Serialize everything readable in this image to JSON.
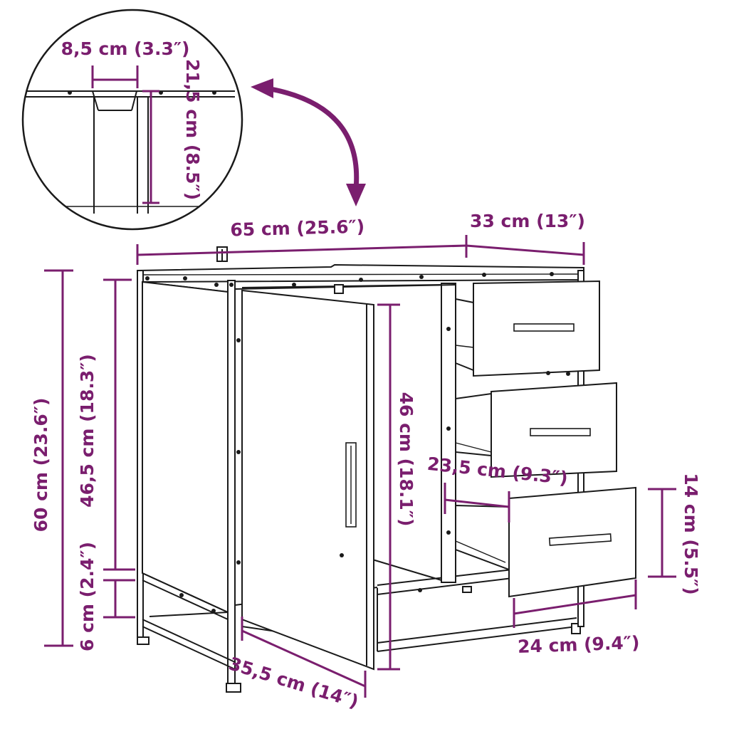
{
  "diagram": {
    "accent_color": "#7a1e6e",
    "line_color": "#1a1a1a",
    "dimensions": {
      "detail_width": "8,5 cm (3.3″)",
      "detail_height": "21,5 cm (8.5″)",
      "width": "65 cm (25.6″)",
      "drawer_depth": "33 cm (13″)",
      "total_height": "60 cm (23.6″)",
      "inner_height": "46,5 cm (18.3″)",
      "leg_height": "6 cm (2.4″)",
      "door_height": "46 cm (18.1″)",
      "drawer_slide_depth": "23,5 cm (9.3″)",
      "drawer_height": "14 cm (5.5″)",
      "drawer_width": "24 cm (9.4″)",
      "depth": "35,5 cm (14″)"
    }
  }
}
